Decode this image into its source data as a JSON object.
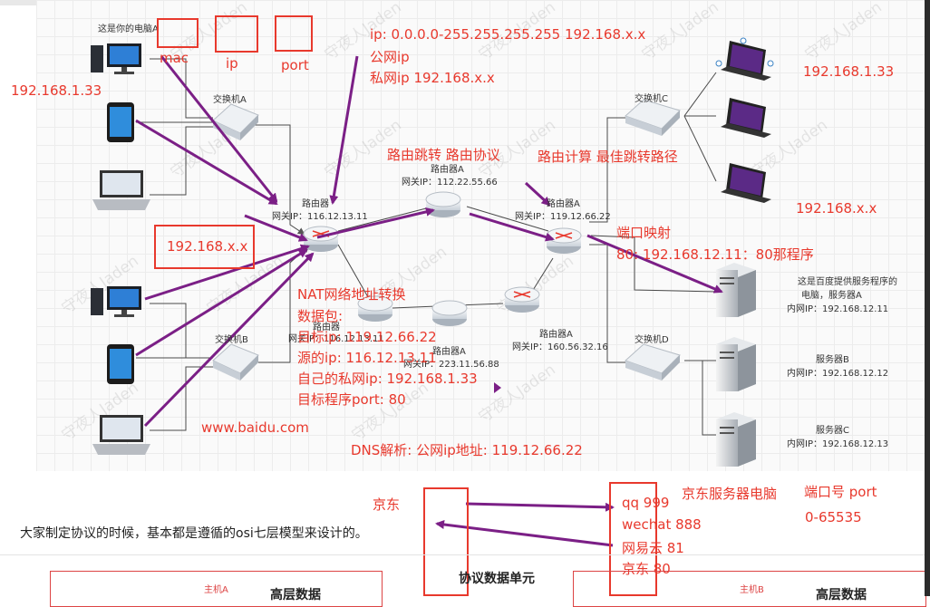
{
  "device_labels": {
    "your_pc": "这是你的电脑A",
    "switch_a": "交换机A",
    "switch_b": "交换机B",
    "switch_c": "交换机C",
    "switch_d": "交换机D",
    "router_main": "路由器",
    "router_main_ip": "网关IP：116.12.13.11",
    "router_a_top": "路由器A",
    "router_a_top_ip": "网关IP：112.22.55.66",
    "router_right": "路由器A",
    "router_right_ip": "网关IP：119.12.66.22",
    "router_mid": "路由器",
    "router_mid_ip": "网关IP：116.12.13.11",
    "router_a_bottom": "路由器A",
    "router_a_bottom_ip": "网关IP：223.11.56.88",
    "router_a_br": "路由器A",
    "router_a_br_ip": "网关IP：160.56.32.16",
    "server_a_desc1": "这是百度提供服务程序的",
    "server_a_desc2": "电脑，服务器A",
    "server_a_ip": "内网IP：192.168.12.11",
    "server_b": "服务器B",
    "server_b_ip": "内网IP：192.168.12.12",
    "server_c": "服务器C",
    "server_c_ip": "内网IP：192.168.12.13"
  },
  "annotations": {
    "mac": "mac",
    "ip": "ip",
    "port": "port",
    "left_ip": "192.168.1.33",
    "ip_range_1": "ip:   0.0.0.0-255.255.255.255    192.168.x.x",
    "ip_range_2": "公网ip",
    "ip_range_3": "私网ip  192.168.x.x",
    "routing_jump": "路由跳转  路由协议",
    "routing_calc": "路由计算  最佳跳转路径",
    "right_ip_top": "192.168.1.33",
    "right_ip_mid": "192.168.x.x",
    "port_map_1": "端口映射",
    "port_map_2": "80:   192.168.12.11：80那程序",
    "left_box_ip": "192.168.x.x",
    "nat_1": "NAT网络地址转换",
    "nat_2": "数据包:",
    "nat_3": "目标ip:  119.12.66.22",
    "nat_4": "源的ip:  116.12.13.11",
    "nat_5": "自己的私网ip:  192.168.1.33",
    "nat_6": "目标程序port:  80",
    "baidu": "www.baidu.com",
    "dns": "DNS解析: 公网ip地址:  119.12.66.22",
    "jingdong_left": "京东",
    "jd_server": "京东服务器电脑",
    "port_number": "端口号  port",
    "port_range": "0-65535",
    "port_table_1": "qq    999",
    "port_table_2": "wechat  888",
    "port_table_3": "网易云   81",
    "port_table_4": "京东    80"
  },
  "paragraph": "大家制定协议的时候，基本都是遵循的osi七层模型来设计的。",
  "bottom_table": {
    "host_a": "主机A",
    "host_b": "主机B",
    "pdu_title": "协议数据单元",
    "high_data_left": "高层数据",
    "high_data_right": "高层数据"
  },
  "watermark": "守夜人Jaden",
  "colors": {
    "red": "#e8392d",
    "arrow": "#7b1f86",
    "line": "#4a4a4a"
  }
}
